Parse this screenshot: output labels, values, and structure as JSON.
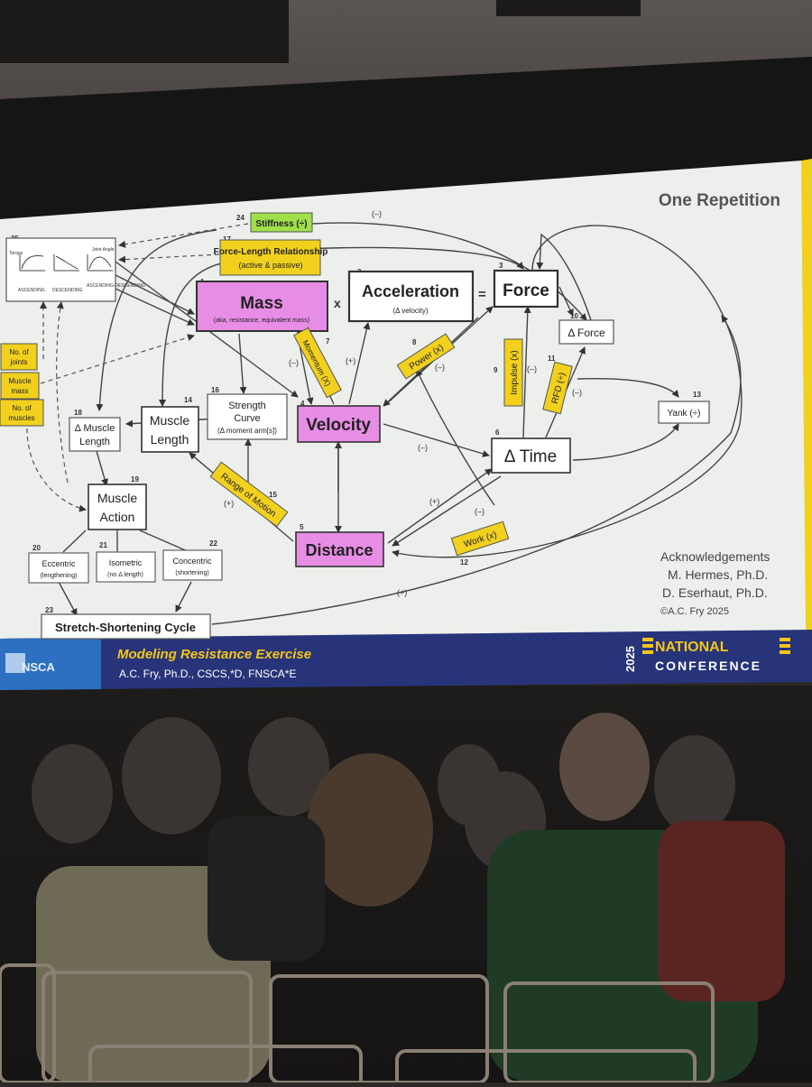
{
  "slide": {
    "title": "One Repetition",
    "nodes": {
      "mass": {
        "num": "1",
        "label": "Mass",
        "sub": "(aka, resistance, equivalent mass)"
      },
      "multiply": "x",
      "acceleration": {
        "num": "2",
        "label": "Acceleration",
        "sub": "(Δ velocity)"
      },
      "equals": "=",
      "force": {
        "num": "3",
        "label": "Force"
      },
      "velocity": {
        "num": "4",
        "label": "Velocity"
      },
      "distance": {
        "num": "5",
        "label": "Distance"
      },
      "delta_time": {
        "num": "6",
        "label": "Δ Time"
      },
      "delta_force": {
        "num": "10",
        "label": "Δ Force"
      },
      "yank": {
        "num": "13",
        "label": "Yank (÷)"
      },
      "muscle_length": {
        "num": "14",
        "label1": "Muscle",
        "label2": "Length"
      },
      "strength_curve": {
        "num": "16",
        "label1": "Strength",
        "label2": "Curve",
        "label3": "(Δ moment arm[s])"
      },
      "delta_muscle_length": {
        "num": "18",
        "label1": "Δ Muscle",
        "label2": "Length"
      },
      "muscle_action": {
        "num": "19",
        "label1": "Muscle",
        "label2": "Action"
      },
      "eccentric": {
        "num": "20",
        "label1": "Eccentric",
        "label2": "(lengthening)"
      },
      "isometric": {
        "num": "21",
        "label1": "Isometric",
        "label2": "(no Δ length)"
      },
      "concentric": {
        "num": "22",
        "label1": "Concentric",
        "label2": "(shortening)"
      },
      "ssc": {
        "num": "23",
        "label": "Stretch-Shortening Cycle"
      },
      "stiffness": {
        "num": "24",
        "label": "Stiffness (÷)"
      },
      "fl_relationship": {
        "num": "17",
        "label1": "Force-Length Relationship",
        "label2": "(active & passive)"
      },
      "curves": {
        "num": "25",
        "torque": "Torque",
        "joint_angle": "Joint Angle",
        "ascending": "ASCENDING",
        "descending": "DESCENDING",
        "asc_desc": "ASCENDING-DESCENDING"
      },
      "no_joints": {
        "label1": "No. of",
        "label2": "joints"
      },
      "muscle_mass": {
        "label1": "Muscle",
        "label2": "mass"
      },
      "no_muscles": {
        "label1": "No. of",
        "label2": "muscles"
      }
    },
    "yellow_labels": {
      "momentum": {
        "num": "7",
        "label": "Momentum (X)"
      },
      "power": {
        "num": "8",
        "label": "Power (x)"
      },
      "impulse": {
        "num": "9",
        "label": "Impulse (x)"
      },
      "rfd": {
        "num": "11",
        "label": "RFD (÷)"
      },
      "work": {
        "num": "12",
        "label": "Work (x)"
      },
      "range_of_motion": {
        "num": "15",
        "label": "Range of Motion"
      }
    },
    "signs": {
      "top_minus": "(–)",
      "mass_minus": "(–)",
      "vel_plus": "(+)",
      "power_minus": "(–)",
      "impulse_minus": "(–)",
      "rfd_minus": "(–)",
      "time_minus": "(–)",
      "dist_plus": "(+)",
      "work_minus": "(–)",
      "rom_plus": "(+)",
      "ssc_plus": "(+)"
    },
    "acknowledgements": {
      "heading": "Acknowledgements",
      "line1": "M. Hermes, Ph.D.",
      "line2": "D. Eserhaut, Ph.D.",
      "copyright": "©A.C. Fry 2025"
    },
    "footer": {
      "logo": "NSCA",
      "title": "Modeling Resistance Exercise",
      "author": "A.C. Fry, Ph.D., CSCS,*D, FNSCA*E",
      "year": "2025",
      "conf1": "NATIONAL",
      "conf2": "CONFERENCE"
    }
  },
  "colors": {
    "slide_bg": "#ecefec",
    "magenta": "#e88de6",
    "yellow": "#f2d01e",
    "green": "#9fe04a",
    "footer_blue": "#27347a",
    "footer_yellow": "#f5c518"
  }
}
